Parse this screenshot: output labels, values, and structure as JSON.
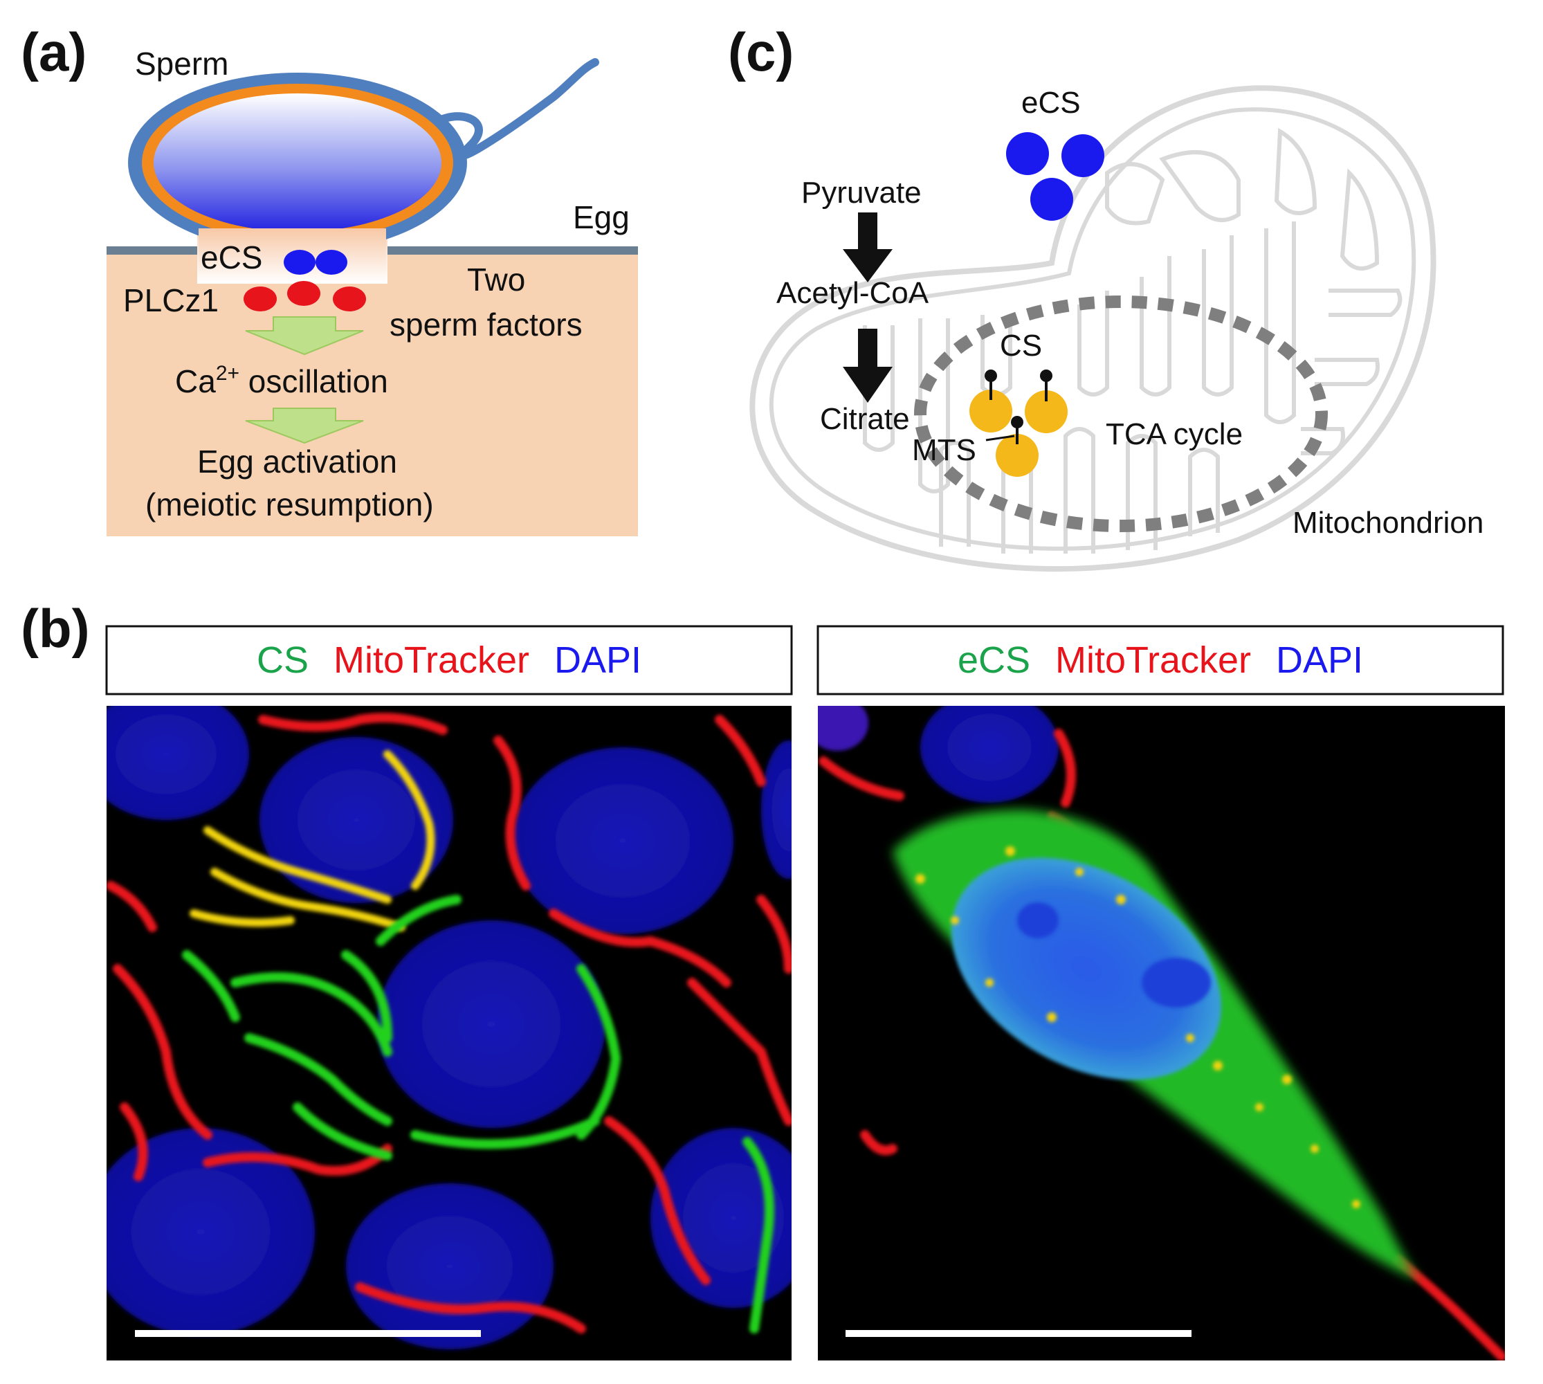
{
  "panel_a": {
    "letter": "(a)",
    "sperm": "Sperm",
    "egg": "Egg",
    "ecs": "eCS",
    "plcz1": "PLCz1",
    "two": "Two",
    "sperm_factors": "sperm factors",
    "ca_oscillation": "Ca2+ oscillation",
    "ca_prefix": "Ca",
    "ca_sup": "2+",
    "ca_suffix": " oscillation",
    "egg_activation": "Egg activation",
    "meiotic": "(meiotic resumption)"
  },
  "panel_b": {
    "letter": "(b)",
    "left_header": {
      "channel1": "CS",
      "channel2": "MitoTracker",
      "channel3": "DAPI"
    },
    "right_header": {
      "channel1": "eCS",
      "channel2": "MitoTracker",
      "channel3": "DAPI"
    }
  },
  "panel_c": {
    "letter": "(c)",
    "ecs": "eCS",
    "pyruvate": "Pyruvate",
    "acetyl_coa": "Acetyl-CoA",
    "citrate": "Citrate",
    "cs": "CS",
    "mts": "MTS",
    "tca_cycle": "TCA cycle",
    "mitochondrion": "Mitochondrion"
  },
  "colors": {
    "green": "#1aa34a",
    "red": "#e8141c",
    "blue": "#1a1aef",
    "egg_fill": "#f7d3b4",
    "sperm_outer": "#4f7fbf",
    "sperm_inner": "#f28a1e",
    "cs_yellow": "#f5b81a",
    "mito_gray": "#d9d9d9",
    "tca_gray": "#7f7f7f"
  }
}
